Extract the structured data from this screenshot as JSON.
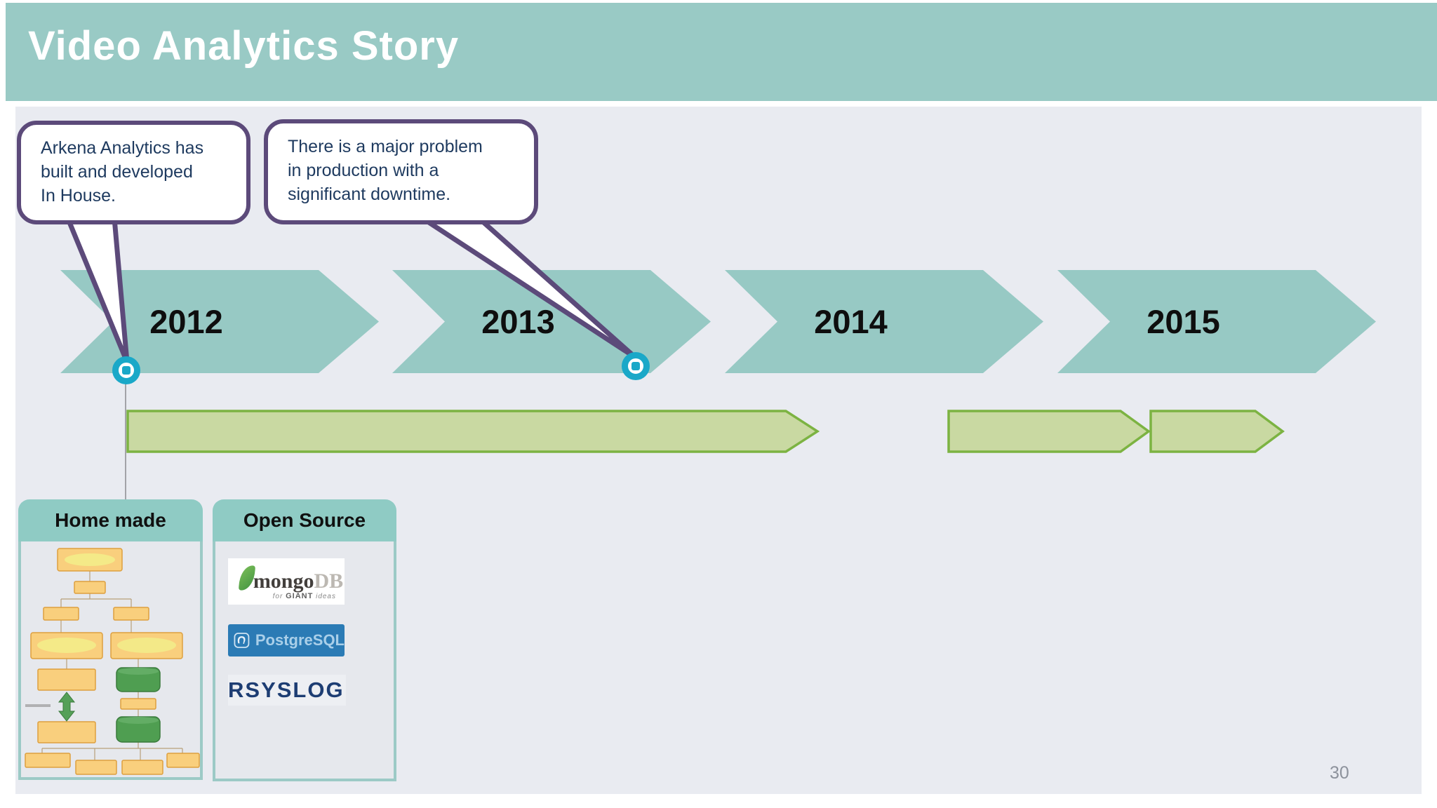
{
  "slide": {
    "title": "Video Analytics Story",
    "page_number": "30"
  },
  "callouts": {
    "inhouse": {
      "lines": [
        "Arkena Analytics has",
        "built and developed",
        "In House."
      ]
    },
    "problem": {
      "lines": [
        "There is a major problem",
        "in production with a",
        "significant downtime."
      ]
    }
  },
  "timeline": {
    "years": [
      "2012",
      "2013",
      "2014",
      "2015"
    ]
  },
  "boxes": {
    "home_made": {
      "label": "Home made"
    },
    "open_source": {
      "label": "Open Source",
      "logos": {
        "mongodb": {
          "name_primary": "mongo",
          "name_secondary": "DB",
          "tagline_prefix": "for ",
          "tagline_bold": "GIANT",
          "tagline_suffix": " ideas"
        },
        "postgresql": {
          "name": "PostgreSQL"
        },
        "rsyslog": {
          "name": "RSYSLOG"
        }
      }
    }
  },
  "colors": {
    "header_teal": "#99cac5",
    "panel_gray": "#e9ebf1",
    "callout_purple": "#5c4a7a",
    "callout_text": "#1e3a5f",
    "marker_cyan": "#1aa8c8",
    "green_fill": "#c9d9a2",
    "green_border": "#7cb342",
    "box_header_teal": "#8fcbc4"
  }
}
